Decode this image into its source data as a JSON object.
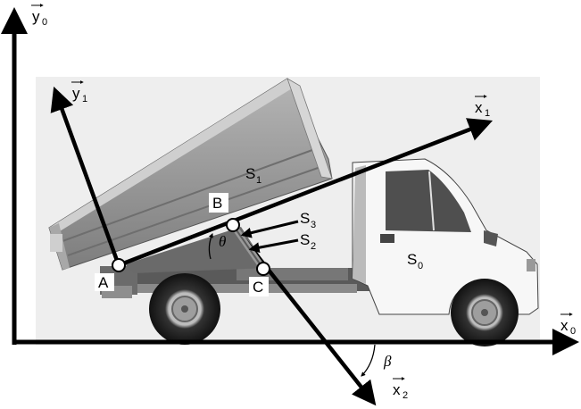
{
  "diagram": {
    "axes": {
      "y0": {
        "base": "y",
        "sub": "0"
      },
      "x0": {
        "base": "x",
        "sub": "0"
      },
      "x1": {
        "base": "x",
        "sub": "1"
      },
      "y1": {
        "base": "y",
        "sub": "1"
      },
      "x2": {
        "base": "x",
        "sub": "2"
      }
    },
    "bodies": {
      "s0": {
        "base": "S",
        "sub": "0"
      },
      "s1": {
        "base": "S",
        "sub": "1"
      },
      "s2": {
        "base": "S",
        "sub": "2"
      },
      "s3": {
        "base": "S",
        "sub": "3"
      }
    },
    "points": {
      "a": "A",
      "b": "B",
      "c": "C"
    },
    "angles": {
      "theta": "θ",
      "beta": "β"
    }
  },
  "colors": {
    "ink": "#000000",
    "photo_bg": "#eeeeee",
    "truck_white": "#f7f7f7",
    "chassis": "#555555",
    "tire": "#222222",
    "bed": "#9a9a9a"
  }
}
